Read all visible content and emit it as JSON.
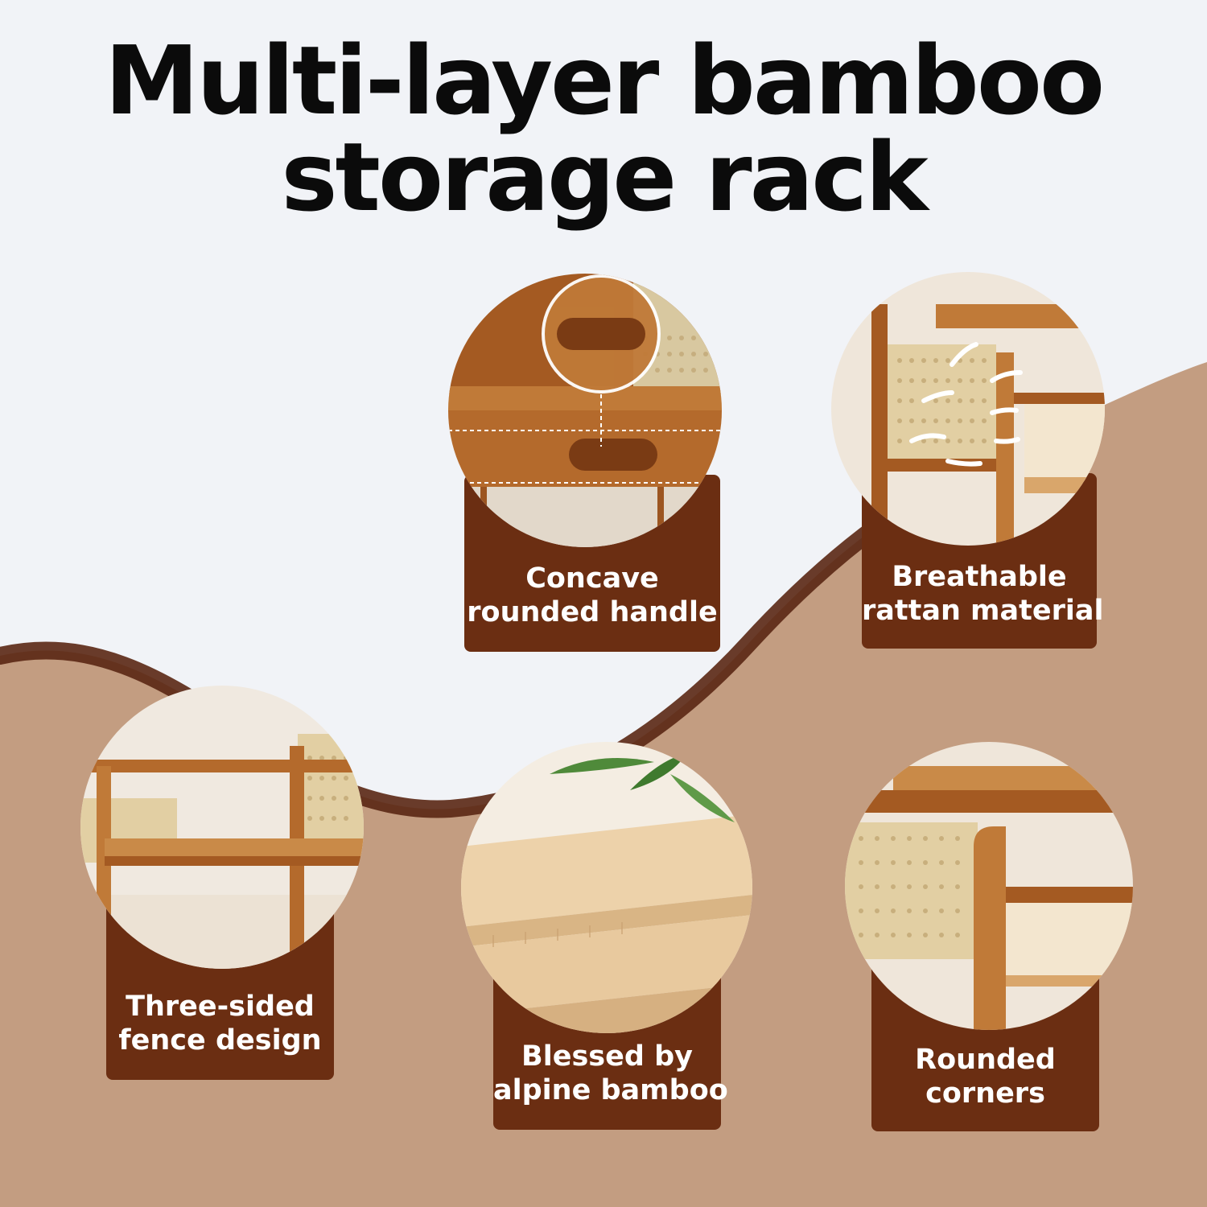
{
  "title": {
    "line1": "Multi-layer bamboo",
    "line2": "storage rack"
  },
  "colors": {
    "background": "#f1f3f7",
    "wave_fill": "#c39d81",
    "wave_stroke": "#5a2713",
    "card": "#6b2e12",
    "label_text": "#ffffff",
    "title_text": "#0b0b0b",
    "bamboo": "#b46a2c",
    "bamboo_light": "#e8c99e",
    "rattan": "#e2cfa3"
  },
  "features": [
    {
      "id": "concave-handle",
      "icon": "drawer-handle-closeup",
      "line1": "Concave",
      "line2": "rounded handle"
    },
    {
      "id": "rattan-material",
      "icon": "rattan-panel-airflow",
      "line1": "Breathable",
      "line2": "rattan material"
    },
    {
      "id": "fence-design",
      "icon": "three-sided-fence-shelf",
      "line1": "Three-sided",
      "line2": "fence design"
    },
    {
      "id": "alpine-bamboo",
      "icon": "bamboo-plank-with-leaves",
      "line1": "Blessed by",
      "line2": "alpine bamboo"
    },
    {
      "id": "rounded-corners",
      "icon": "rounded-corner-frame",
      "line1": "Rounded",
      "line2": "corners"
    }
  ]
}
